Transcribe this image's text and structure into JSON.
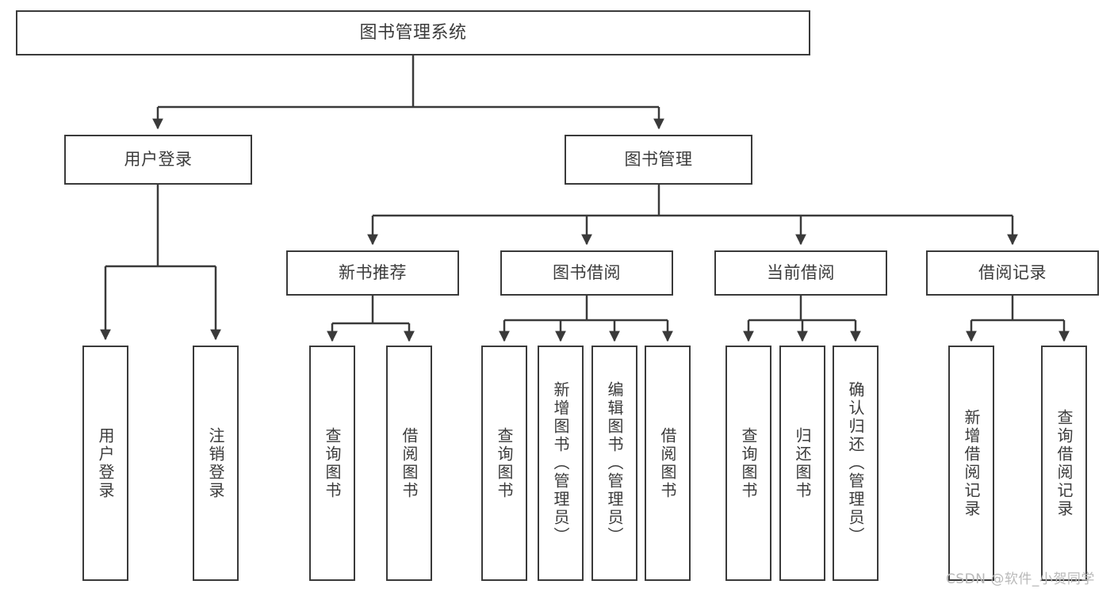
{
  "diagram": {
    "title": "图书管理系统",
    "watermark": "CSDN @软件_小贺同学",
    "colors": {
      "stroke": "#3a3a3a",
      "text": "#3b3b3b",
      "background": "#ffffff",
      "watermark": "#b9b9b9"
    },
    "nodes": {
      "root": {
        "label": "图书管理系统"
      },
      "level1": [
        {
          "id": "user-login",
          "label": "用户登录"
        },
        {
          "id": "book-management",
          "label": "图书管理"
        }
      ],
      "level2": [
        {
          "id": "new-book-recommend",
          "label": "新书推荐"
        },
        {
          "id": "book-borrow",
          "label": "图书借阅"
        },
        {
          "id": "current-borrow",
          "label": "当前借阅"
        },
        {
          "id": "borrow-record",
          "label": "借阅记录"
        }
      ],
      "leaves": {
        "user_login": [
          {
            "id": "leaf-user-login",
            "label": "用户登录"
          },
          {
            "id": "leaf-logout",
            "label": "注销登录"
          }
        ],
        "new_book_recommend": [
          {
            "id": "leaf-query-book-1",
            "label": "查询图书"
          },
          {
            "id": "leaf-borrow-book-1",
            "label": "借阅图书"
          }
        ],
        "book_borrow": [
          {
            "id": "leaf-query-book-2",
            "label": "查询图书"
          },
          {
            "id": "leaf-add-book",
            "label": "新增图书（管理员）"
          },
          {
            "id": "leaf-edit-book",
            "label": "编辑图书（管理员）"
          },
          {
            "id": "leaf-borrow-book-2",
            "label": "借阅图书"
          }
        ],
        "current_borrow": [
          {
            "id": "leaf-query-book-3",
            "label": "查询图书"
          },
          {
            "id": "leaf-return-book",
            "label": "归还图书"
          },
          {
            "id": "leaf-confirm-return",
            "label": "确认归还（管理员）"
          }
        ],
        "borrow_record": [
          {
            "id": "leaf-add-record",
            "label": "新增借阅记录"
          },
          {
            "id": "leaf-query-record",
            "label": "查询借阅记录"
          }
        ]
      }
    }
  }
}
